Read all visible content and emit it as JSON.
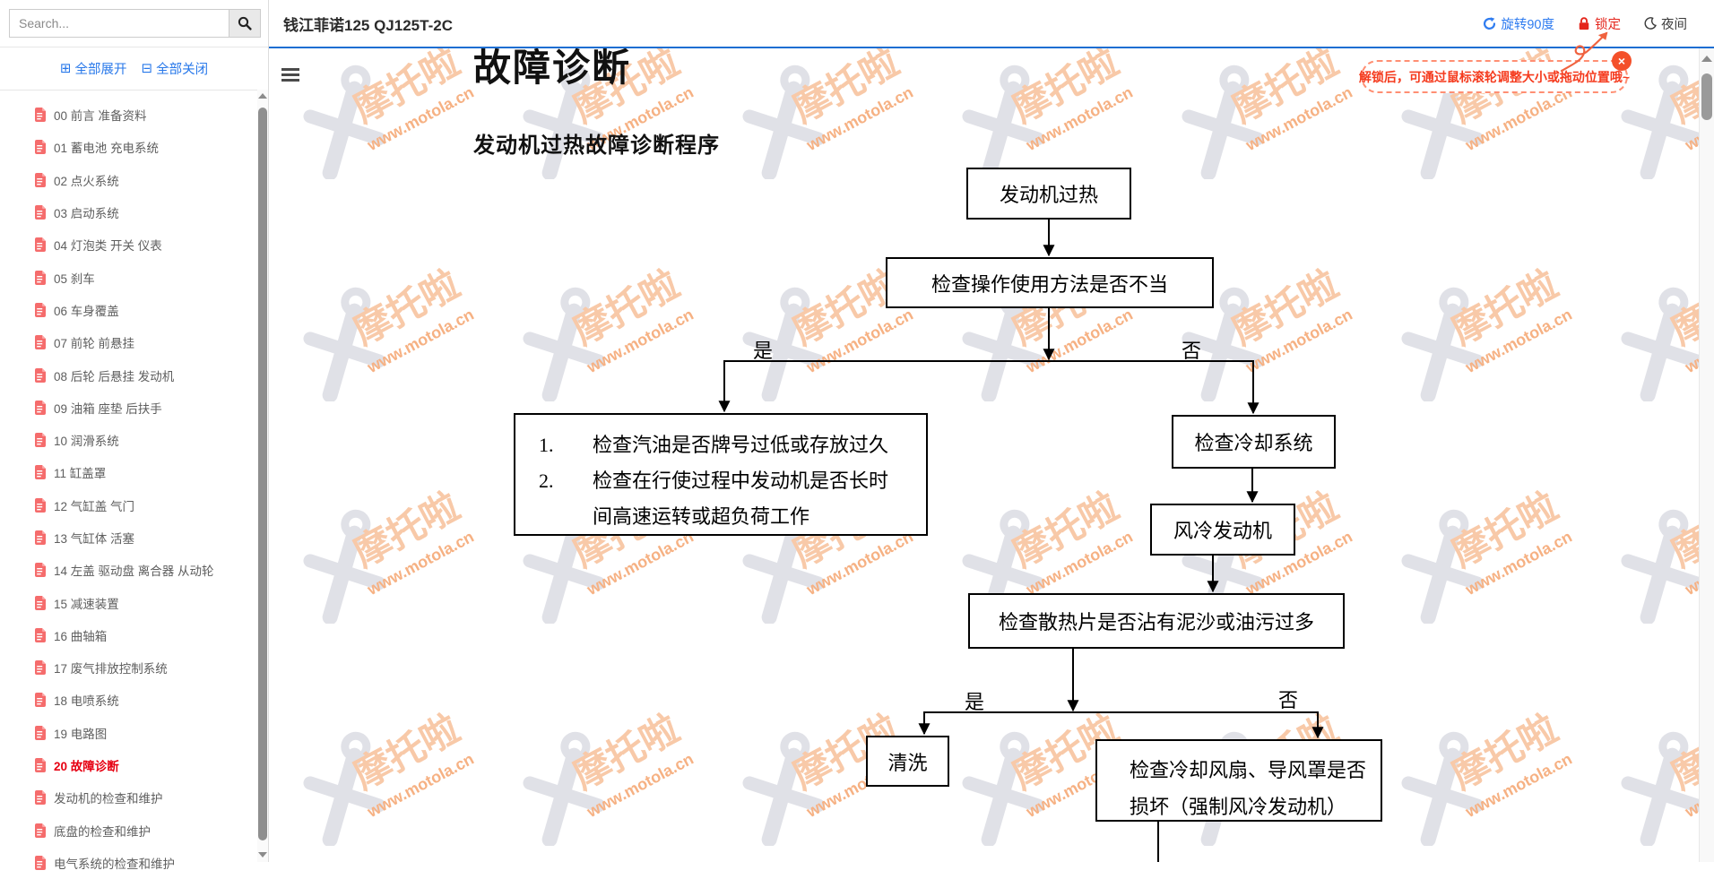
{
  "sidebar": {
    "search": {
      "placeholder": "Search..."
    },
    "expand_all": "全部展开",
    "collapse_all": "全部关闭",
    "expand_glyph": "⊞",
    "collapse_glyph": "⊟",
    "items": [
      {
        "label": "00 前言 准备资料",
        "active": false
      },
      {
        "label": "01 蓄电池 充电系统",
        "active": false
      },
      {
        "label": "02 点火系统",
        "active": false
      },
      {
        "label": "03 启动系统",
        "active": false
      },
      {
        "label": "04 灯泡类 开关 仪表",
        "active": false
      },
      {
        "label": "05 刹车",
        "active": false
      },
      {
        "label": "06 车身覆盖",
        "active": false
      },
      {
        "label": "07 前轮 前悬挂",
        "active": false
      },
      {
        "label": "08 后轮 后悬挂 发动机",
        "active": false
      },
      {
        "label": "09 油箱 座垫 后扶手",
        "active": false
      },
      {
        "label": "10 润滑系统",
        "active": false
      },
      {
        "label": "11 缸盖罩",
        "active": false
      },
      {
        "label": "12 气缸盖 气门",
        "active": false
      },
      {
        "label": "13 气缸体 活塞",
        "active": false
      },
      {
        "label": "14 左盖 驱动盘 离合器 从动轮",
        "active": false
      },
      {
        "label": "15 减速装置",
        "active": false
      },
      {
        "label": "16 曲轴箱",
        "active": false
      },
      {
        "label": "17 废气排放控制系统",
        "active": false
      },
      {
        "label": "18 电喷系统",
        "active": false
      },
      {
        "label": "19 电路图",
        "active": false
      },
      {
        "label": "20 故障诊断",
        "active": true
      },
      {
        "label": "发动机的检查和维护",
        "active": false
      },
      {
        "label": "底盘的检查和维护",
        "active": false
      },
      {
        "label": "电气系统的检查和维护",
        "active": false
      }
    ]
  },
  "header": {
    "title": "钱江菲诺125 QJ125T-2C",
    "rotate_label": "旋转90度",
    "lock_label": "锁定",
    "night_label": "夜间"
  },
  "tooltip": {
    "text": "解锁后，可通过鼠标滚轮调整大小或拖动位置哦~",
    "close_glyph": "×"
  },
  "document": {
    "page_title": "故障诊断",
    "section_title": "发动机过热故障诊断程序",
    "flowchart": {
      "yes_label": "是",
      "no_label": "否",
      "nodes": {
        "start": "发动机过热",
        "check_usage": "检查操作使用方法是否不当",
        "usage_yes": {
          "lines": [
            {
              "num": "1.",
              "text": "检查汽油是否牌号过低或存放过久"
            },
            {
              "num": "2.",
              "text": "检查在行使过程中发动机是否长时"
            },
            {
              "num": "",
              "text": "间高速运转或超负荷工作"
            }
          ]
        },
        "check_cooling": "检查冷却系统",
        "air_cooled": "风冷发动机",
        "check_fins": "检查散热片是否沾有泥沙或油污过多",
        "clean": "清洗",
        "check_fan": {
          "lines": [
            "检查冷却风扇、导风罩是否",
            "损坏（强制风冷发动机）"
          ]
        }
      }
    }
  },
  "watermark": {
    "brand": "摩托啦",
    "url": "www.motola.cn"
  },
  "colors": {
    "accent_blue": "#2f7cf0",
    "header_line": "#1c6ed2",
    "active_red": "#e60012",
    "lock_red": "#e4261c",
    "tooltip_red": "#f53b1e",
    "tooltip_border": "#ff8f73",
    "wm_brand": "#f8c9a8",
    "wm_url": "#f6b183",
    "wm_tool": "#e0e1e7",
    "doc_icon_red": "#f56c6c"
  }
}
